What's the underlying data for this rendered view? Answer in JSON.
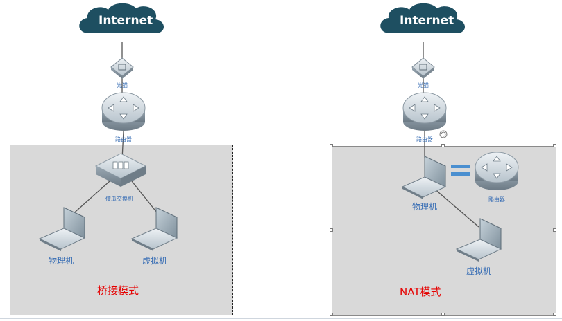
{
  "left": {
    "internet": "Internet",
    "modem": "光猫",
    "router": "路由器",
    "switch": "傻瓜交换机",
    "physical": "物理机",
    "virtual": "虚拟机",
    "mode": "桥接模式"
  },
  "right": {
    "internet": "Internet",
    "modem": "光猫",
    "router": "路由器",
    "physical": "物理机",
    "equivalent_router": "路由器",
    "virtual": "虚拟机",
    "mode": "NAT模式"
  },
  "colors": {
    "cloud": "#1e4f61",
    "label_blue": "#3a6fb5",
    "mode_red": "#e60000",
    "panel_gray": "#d9d9d9",
    "equals": "#4a8fd0"
  }
}
